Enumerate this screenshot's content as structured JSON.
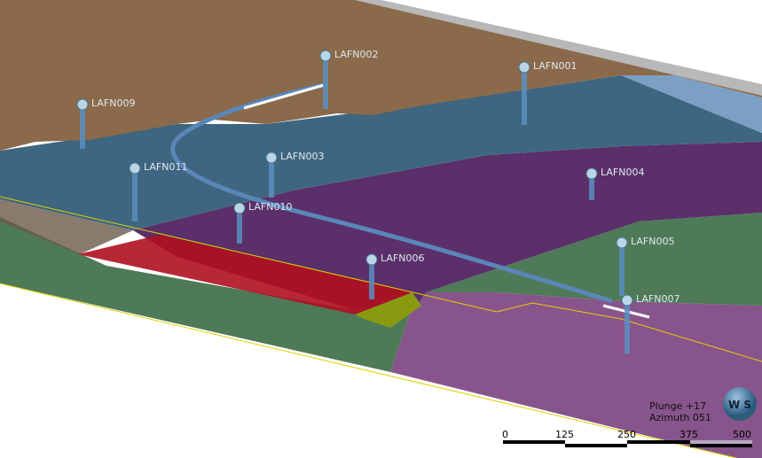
{
  "wells": [
    {
      "id": "LAFN002",
      "label": "LAFN002"
    },
    {
      "id": "LAFN001",
      "label": "LAFN001"
    },
    {
      "id": "LAFN009",
      "label": "LAFN009"
    },
    {
      "id": "LAFN003",
      "label": "LAFN003"
    },
    {
      "id": "LAFN011",
      "label": "LAFN011"
    },
    {
      "id": "LAFN004",
      "label": "LAFN004"
    },
    {
      "id": "LAFN010",
      "label": "LAFN010"
    },
    {
      "id": "LAFN005",
      "label": "LAFN005"
    },
    {
      "id": "LAFN006",
      "label": "LAFN006"
    },
    {
      "id": "LAFN007",
      "label": "LAFN007"
    }
  ],
  "orientation": {
    "plunge": "Plunge +17",
    "azimuth": "Azimuth 051"
  },
  "compass": {
    "letters": "W S"
  },
  "scale_bar": {
    "ticks": [
      "0",
      "125",
      "250",
      "375",
      "500"
    ]
  },
  "colors": {
    "brown": "#8a6a4a",
    "blue": "#3f6680",
    "purple": "#5e2e6e",
    "green": "#4e7a58",
    "red": "#b01020",
    "lower_purple": "#87558b"
  }
}
